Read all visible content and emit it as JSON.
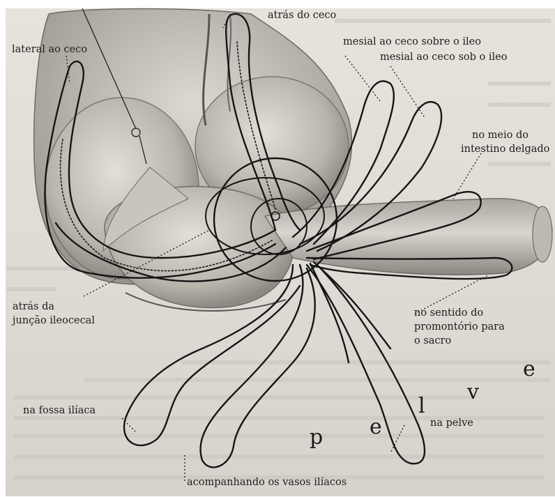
{
  "labels": {
    "lateral_ao_ceco": "lateral ao ceco",
    "atras_do_ceco": "atrás do ceco",
    "mesial_sobre_ileo": "mesial ao ceco sobre o ileo",
    "mesial_sob_ileo": "mesial ao ceco sob o ileo",
    "meio_intestino_1": "no meio do",
    "meio_intestino_2": "intestino delgado",
    "atras_juncao_1": "atrás da",
    "atras_juncao_2": "junção ileocecal",
    "promontorio_1": "no sentido do",
    "promontorio_2": "promontório para",
    "promontorio_3": "o sacro",
    "fossa_iliaca": "na fossa ilíaca",
    "na_pelve": "na pelve",
    "vasos_iliacos": "acompanhando os vasos ilíacos"
  },
  "pelve_word": [
    "p",
    "e",
    "l",
    "v",
    "e"
  ],
  "colors": {
    "paper": "#e3e0d9",
    "ink": "#151515",
    "tissue_dark": "#8f8b84",
    "tissue_light": "#cfcbc3"
  }
}
